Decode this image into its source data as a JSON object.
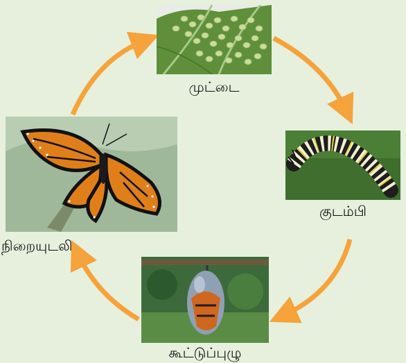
{
  "diagram": {
    "stages": [
      {
        "id": "egg",
        "label": "முட்டை",
        "icon": "eggs-on-leaf-photo"
      },
      {
        "id": "larva",
        "label": "குடம்பி",
        "icon": "caterpillar-photo"
      },
      {
        "id": "pupa",
        "label": "கூட்டுப்புழு",
        "icon": "chrysalis-photo"
      },
      {
        "id": "adult",
        "label": "நிறையுடலி",
        "icon": "monarch-butterfly-photo"
      }
    ],
    "arrow_color": "#f5a33a"
  }
}
